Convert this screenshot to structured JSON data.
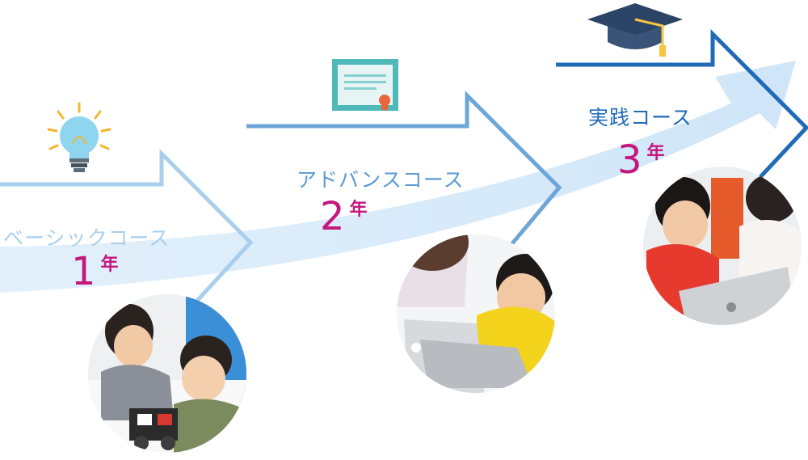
{
  "steps": [
    {
      "course": "ベーシックコース",
      "number": "1",
      "unit": "年",
      "icon": "lightbulb-icon",
      "photo": "children-building-robot-photo",
      "arrow_color": "#a9cfee",
      "text_color": "#a9cfee"
    },
    {
      "course": "アドバンスコース",
      "number": "2",
      "unit": "年",
      "icon": "certificate-icon",
      "photo": "child-using-laptop-photo",
      "arrow_color": "#6ea6d9",
      "text_color": "#5a9ad6"
    },
    {
      "course": "実践コース",
      "number": "3",
      "unit": "年",
      "icon": "graduation-cap-icon",
      "photo": "children-with-laptops-photo",
      "arrow_color": "#1f6bb8",
      "text_color": "#1f6bb8"
    }
  ],
  "colors": {
    "year_number": "#c4187e",
    "background_arrow": "#dcedfa"
  }
}
